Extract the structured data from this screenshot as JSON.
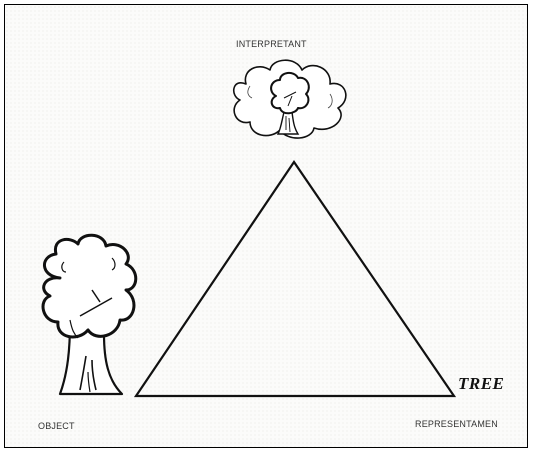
{
  "labels": {
    "interpretant": "INTERPRETANT",
    "object": "OBJECT",
    "representamen": "REPRESENTAMEN"
  },
  "sign_word": "TREE",
  "icons": {
    "interpretant_image": "tree-in-thought-cloud-icon",
    "object_image": "tree-drawing-icon"
  }
}
